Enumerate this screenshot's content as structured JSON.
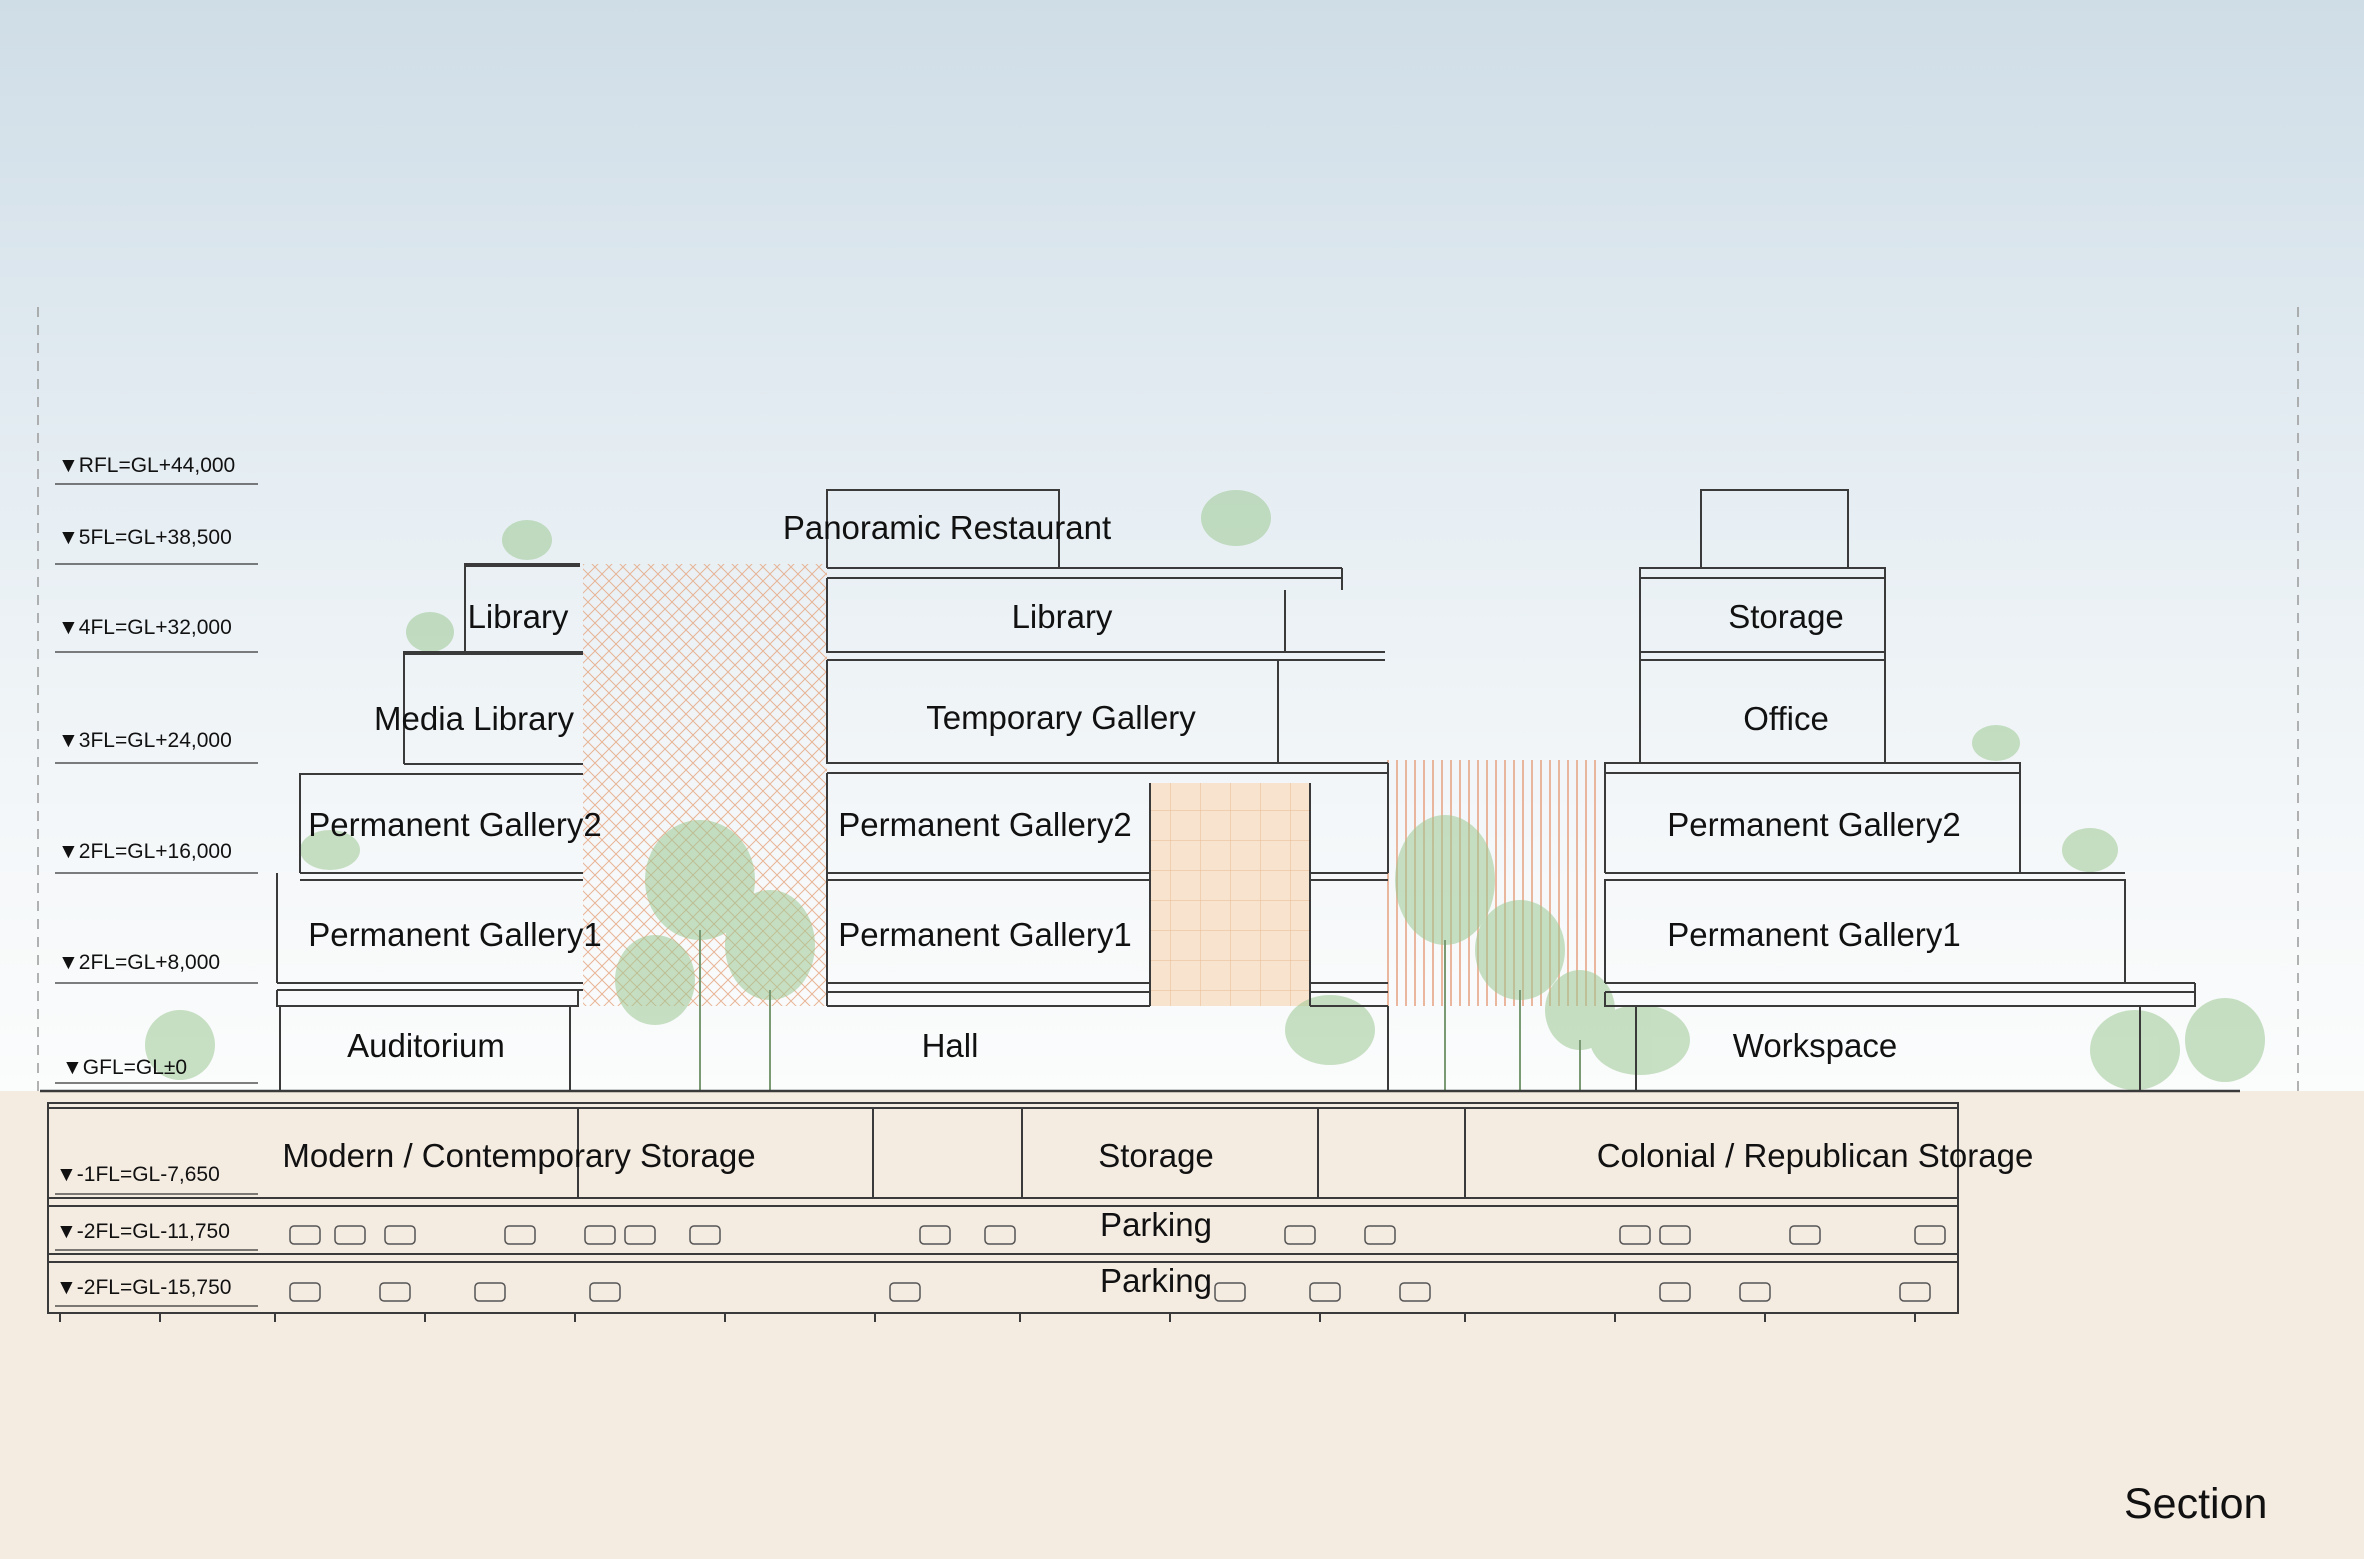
{
  "diagram": {
    "title": "Section",
    "levels": [
      {
        "id": "rfl",
        "label": "▼RFL=GL+44,000"
      },
      {
        "id": "5fl",
        "label": "▼5FL=GL+38,500"
      },
      {
        "id": "4fl",
        "label": "▼4FL=GL+32,000"
      },
      {
        "id": "3fl",
        "label": "▼3FL=GL+24,000"
      },
      {
        "id": "2fl_upper",
        "label": "▼2FL=GL+16,000"
      },
      {
        "id": "2fl_lower",
        "label": "▼2FL=GL+8,000"
      },
      {
        "id": "gfl",
        "label": "▼GFL=GL±0"
      },
      {
        "id": "b1fl",
        "label": "▼-1FL=GL-7,650"
      },
      {
        "id": "b2fl_a",
        "label": "▼-2FL=GL-11,750"
      },
      {
        "id": "b2fl_b",
        "label": "▼-2FL=GL-15,750"
      }
    ],
    "rooms": {
      "panoramic_restaurant": "Panoramic Restaurant",
      "library_west": "Library",
      "library_center": "Library",
      "storage_east": "Storage",
      "media_library": "Media Library",
      "temporary_gallery": "Temporary Gallery",
      "office": "Office",
      "permanent_gallery2_west": "Permanent Gallery2",
      "permanent_gallery2_center": "Permanent Gallery2",
      "permanent_gallery2_east": "Permanent Gallery2",
      "permanent_gallery1_west": "Permanent Gallery1",
      "permanent_gallery1_center": "Permanent Gallery1",
      "permanent_gallery1_east": "Permanent  Gallery1",
      "auditorium": "Auditorium",
      "hall": "Hall",
      "workspace": "Workspace",
      "modern_storage": "Modern  /  Contemporary  Storage",
      "storage_basement": "Storage",
      "colonial_storage": "Colonial / Republican Storage",
      "parking_b2": "Parking",
      "parking_b3": "Parking"
    },
    "colors": {
      "sky_top": "#cfdde7",
      "ground": "#f4ebe1",
      "line": "#3a3a3a",
      "lattice": "#e2a27a",
      "tree": "#8fbf86"
    }
  }
}
